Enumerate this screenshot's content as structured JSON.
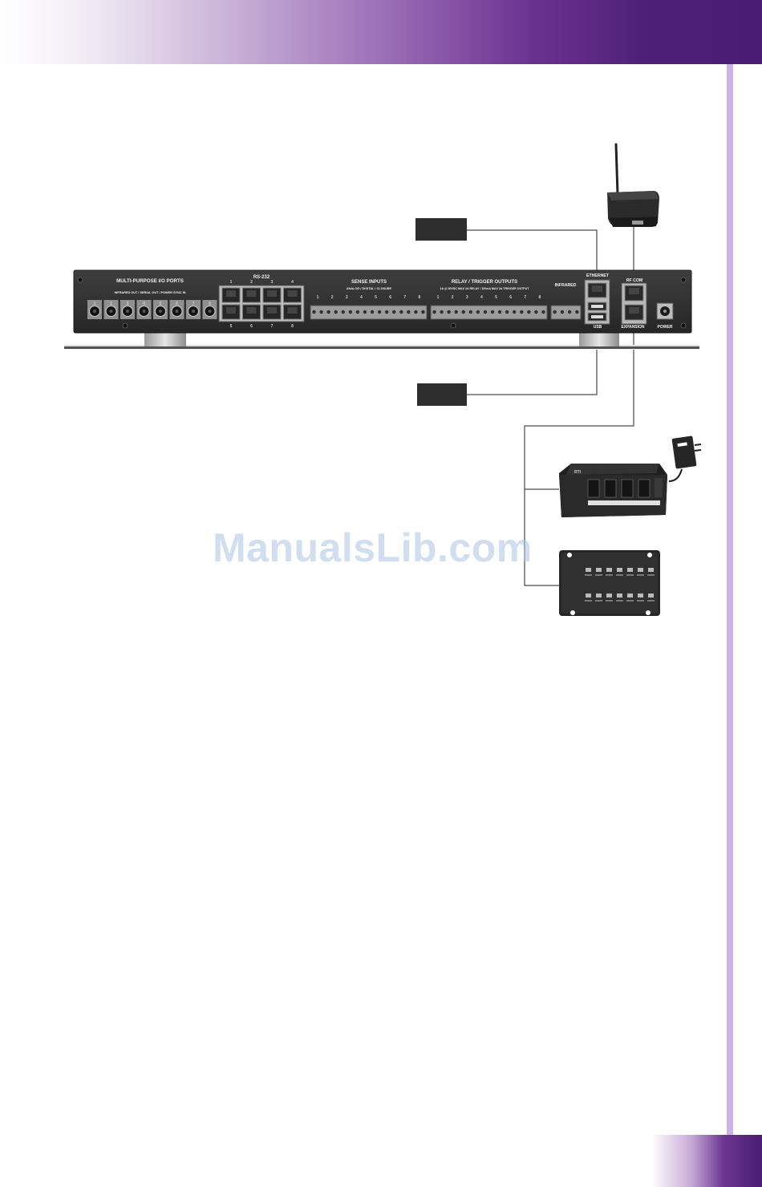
{
  "header": {
    "colors": {
      "band_dark": "#4a1c72",
      "band_light": "#cdb3df"
    }
  },
  "panel": {
    "sections": {
      "multipurpose": "MULTI-PURPOSE I/O PORTS",
      "multipurpose_sub": "INFRARED OUT / SERIAL OUT / POWER SYNC IN",
      "rs232": "RS-232",
      "sense": "SENSE INPUTS",
      "sense_sub": "ANALOG / DIGITAL / CLOSURE",
      "relay": "RELAY / TRIGGER OUTPUTS",
      "relay_sub": "2A @ 30VDC MAX 2A RELAY / 100mA MAX 2A TRIGGER OUTPUT",
      "infrared": "INFRARED",
      "ethernet": "ETHERNET",
      "usb": "USB",
      "rfcom": "RF COM",
      "expansion": "EXPANSION",
      "power": "POWER"
    },
    "io_port_numbers": [
      "1",
      "2",
      "3",
      "4",
      "5",
      "6",
      "7",
      "8"
    ],
    "rs232_top_numbers": [
      "1",
      "2",
      "3",
      "4"
    ],
    "rs232_bottom_numbers": [
      "5",
      "6",
      "7",
      "8"
    ],
    "sense_numbers": [
      "1",
      "2",
      "3",
      "4",
      "5",
      "6",
      "7",
      "8"
    ],
    "relay_numbers": [
      "1",
      "2",
      "3",
      "4",
      "5",
      "6",
      "7",
      "8"
    ]
  },
  "watermark": "ManualsLib.com",
  "icons": [
    "rf-transceiver-icon",
    "power-adapter-icon",
    "expansion-hub-icon",
    "expansion-module-icon"
  ]
}
